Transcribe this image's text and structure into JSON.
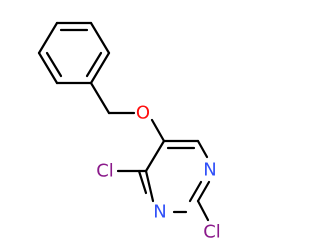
{
  "molecule": {
    "atoms": {
      "oxygen": {
        "label": "O",
        "color": "#ff0d0d"
      },
      "nitrogen_top": {
        "label": "N",
        "color": "#3050f8"
      },
      "nitrogen_bottom": {
        "label": "N",
        "color": "#3050f8"
      },
      "chlorine_left": {
        "label": "Cl",
        "color": "#8b1a8b"
      },
      "chlorine_right": {
        "label": "Cl",
        "color": "#8b1a8b"
      }
    }
  }
}
